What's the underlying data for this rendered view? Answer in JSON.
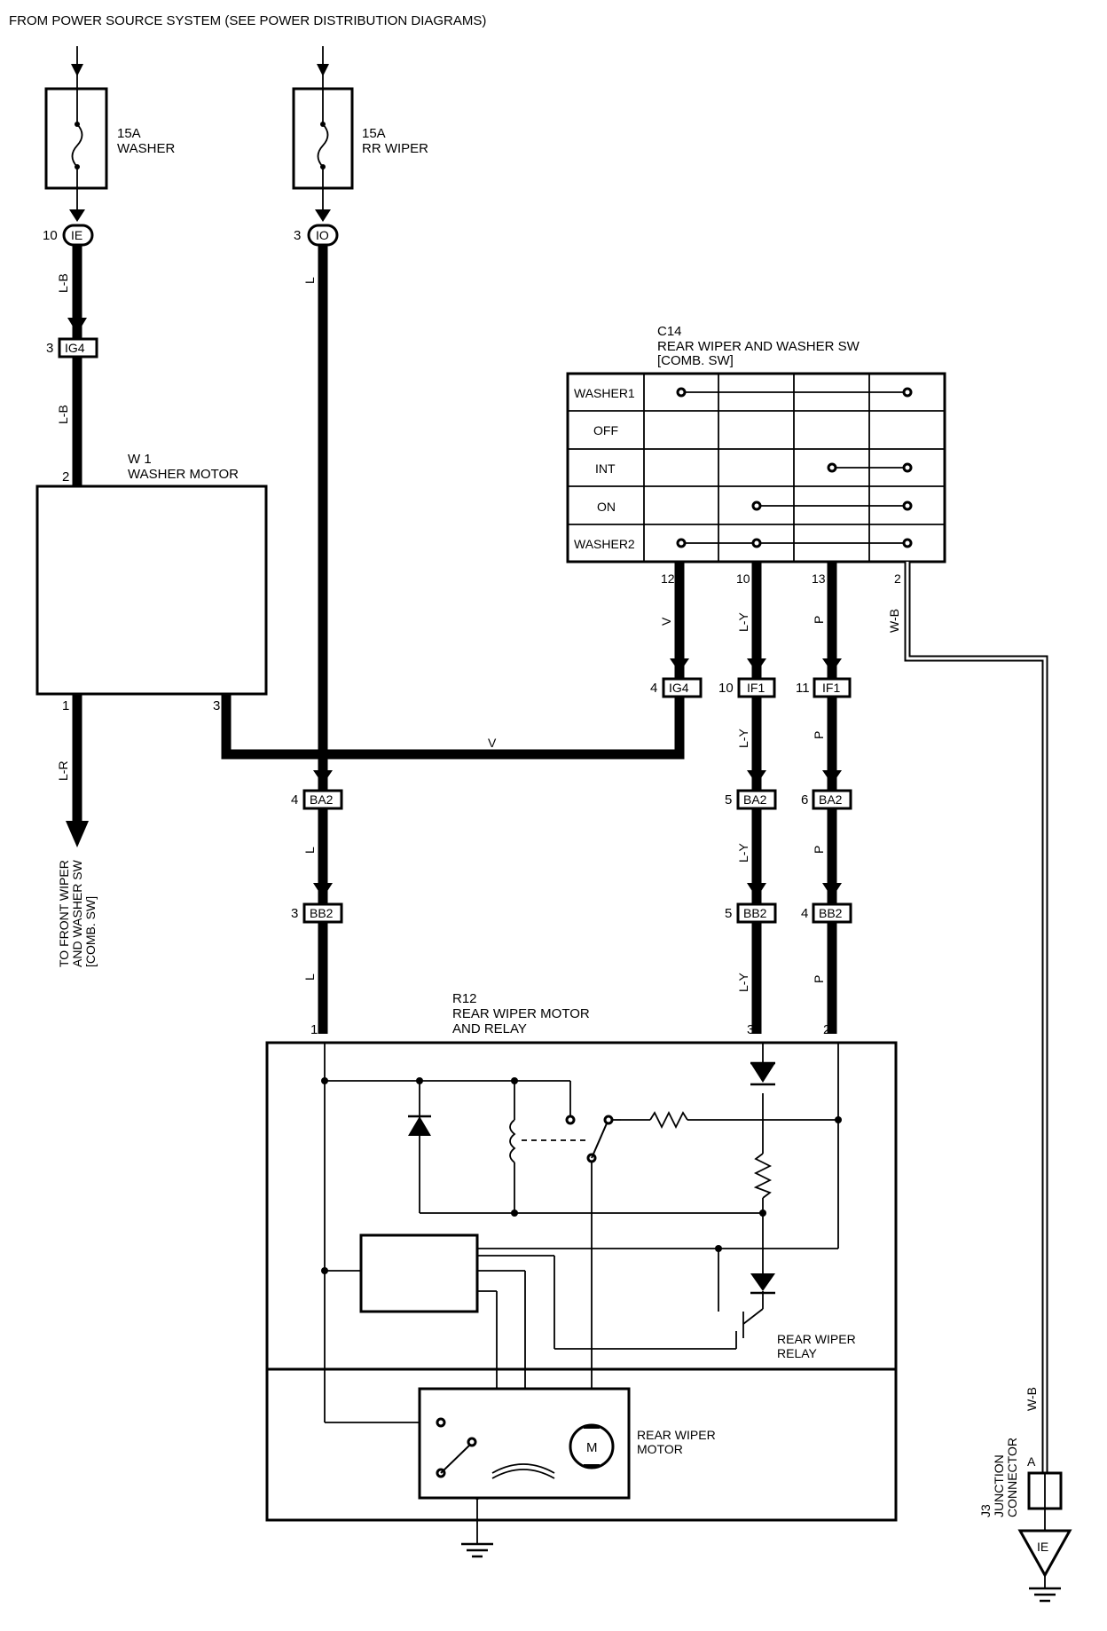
{
  "header": "FROM POWER SOURCE SYSTEM (SEE POWER DISTRIBUTION DIAGRAMS)",
  "fuses": [
    {
      "amp": "15A",
      "name": "WASHER"
    },
    {
      "amp": "15A",
      "name": "RR WIPER"
    }
  ],
  "connectors": {
    "ie_top": {
      "pin": "10",
      "code": "IE"
    },
    "io_top": {
      "pin": "3",
      "code": "IO"
    },
    "ig4_left": {
      "pin": "3",
      "code": "IG4"
    },
    "ig4_right": {
      "pin": "4",
      "code": "IG4"
    },
    "if1_a": {
      "pin": "10",
      "code": "IF1"
    },
    "if1_b": {
      "pin": "11",
      "code": "IF1"
    },
    "ba2_a": {
      "pin": "4",
      "code": "BA2"
    },
    "ba2_b": {
      "pin": "5",
      "code": "BA2"
    },
    "ba2_c": {
      "pin": "6",
      "code": "BA2"
    },
    "bb2_a": {
      "pin": "3",
      "code": "BB2"
    },
    "bb2_b": {
      "pin": "5",
      "code": "BB2"
    },
    "bb2_c": {
      "pin": "4",
      "code": "BB2"
    },
    "ie_ground": {
      "code": "IE"
    }
  },
  "wire_colors": {
    "lb1": "L-B",
    "lb2": "L-B",
    "l_top": "L",
    "lr": "L-R",
    "v_horiz": "V",
    "v_sw": "V",
    "ly1": "L-Y",
    "ly2": "L-Y",
    "ly3": "L-Y",
    "ly4": "L-Y",
    "p1": "P",
    "p2": "P",
    "p3": "P",
    "p4": "P",
    "l_mid": "L",
    "l_low": "L",
    "wb1": "W-B",
    "wb2": "W-B"
  },
  "washer_motor": {
    "id": "W 1",
    "name": "WASHER MOTOR",
    "pin_top": "2",
    "pin_bottom": "1",
    "pin_right": "3"
  },
  "front_wiper_ref": [
    "TO FRONT WIPER",
    "AND WASHER SW",
    "[COMB. SW]"
  ],
  "switch": {
    "id": "C14",
    "name": "REAR WIPER AND WASHER SW",
    "sub": "[COMB. SW]",
    "positions": [
      "WASHER1",
      "OFF",
      "INT",
      "ON",
      "WASHER2"
    ],
    "pins": [
      "12",
      "10",
      "13",
      "2"
    ]
  },
  "r12": {
    "id": "R12",
    "name1": "REAR WIPER MOTOR",
    "name2": "AND RELAY",
    "pin1": "1",
    "pin3": "3",
    "pin2": "2",
    "relay_label1": "REAR WIPER",
    "relay_label2": "RELAY",
    "motor_label1": "REAR WIPER",
    "motor_label2": "MOTOR",
    "motor_symbol": "M"
  },
  "junction": {
    "id": "J3",
    "name1": "JUNCTION",
    "name2": "CONNECTOR",
    "pin": "A"
  }
}
